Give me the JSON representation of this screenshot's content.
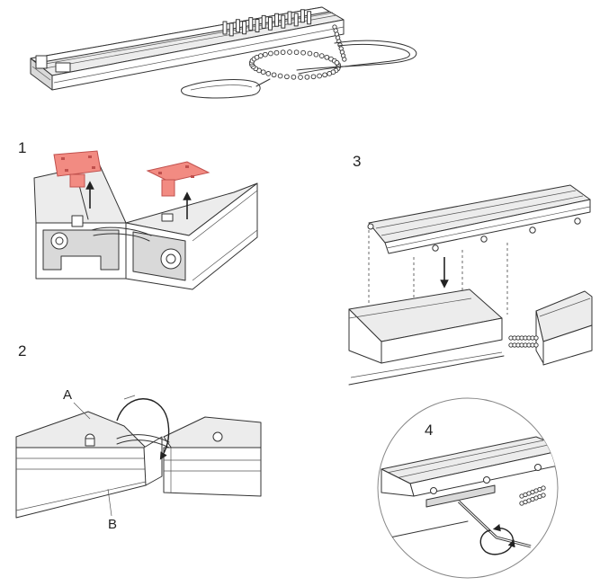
{
  "colors": {
    "highlight": "#f28b82",
    "highlight_stroke": "#c0504d",
    "line": "#333333",
    "background": "#ffffff"
  },
  "steps": [
    {
      "number": "1"
    },
    {
      "number": "2"
    },
    {
      "number": "3"
    },
    {
      "number": "4"
    }
  ],
  "callouts": {
    "a": "A",
    "b": "B"
  },
  "icons": [
    "arrow-up-icon",
    "arrow-down-icon",
    "rotate-arrow-icon",
    "circular-rotate-icon",
    "allen-key-icon"
  ]
}
